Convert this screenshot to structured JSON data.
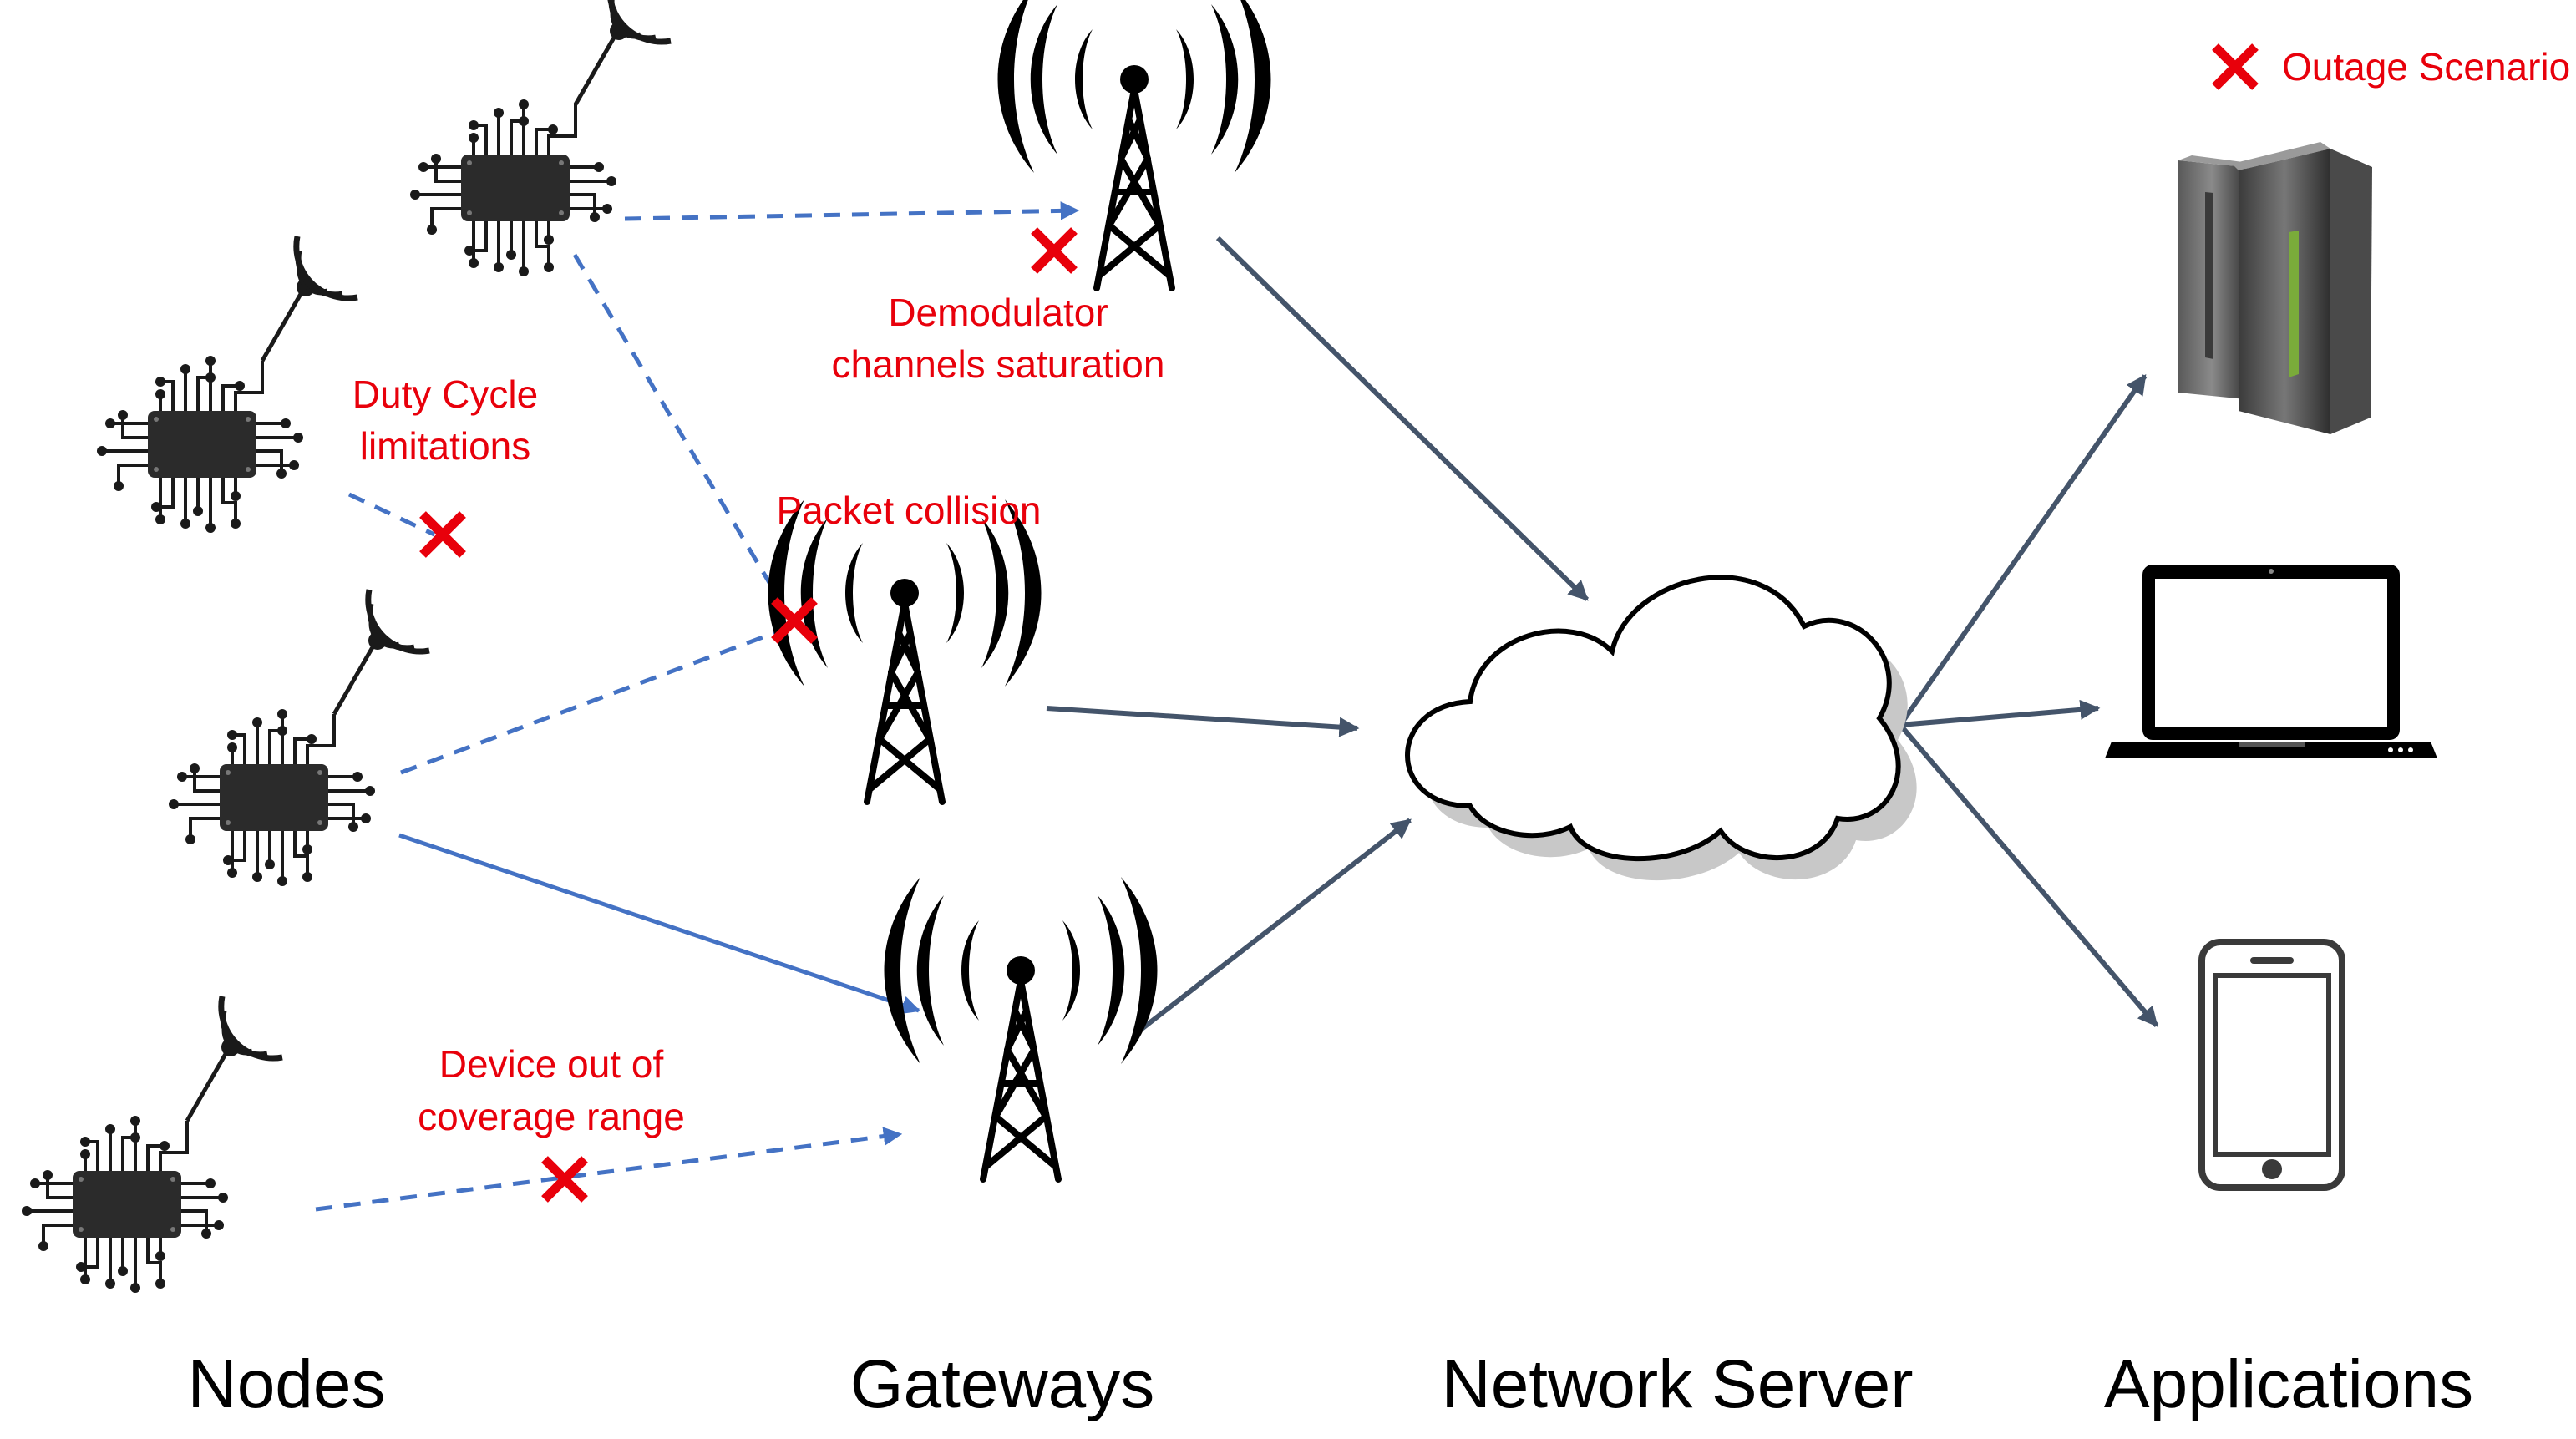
{
  "colors": {
    "dashed_link": "#4472C4",
    "solid_link": "#44546A",
    "outage": "#E8000B",
    "chip": "#2b2b2b",
    "tower": "#000000",
    "cloud_fill": "#ffffff",
    "cloud_shadow": "#c8c8c8"
  },
  "legend": {
    "label": "Outage Scenario",
    "icon": "red-x-icon"
  },
  "columns": {
    "nodes": "Nodes",
    "gateways": "Gateways",
    "network_server": "Network Server",
    "applications": "Applications"
  },
  "annotations": {
    "demodulator": [
      "Demodulator",
      "channels saturation"
    ],
    "duty_cycle": [
      "Duty Cycle",
      "limitations"
    ],
    "packet_collision": "Packet collision",
    "out_of_range": [
      "Device out of",
      "coverage range"
    ]
  },
  "icons": {
    "node": "iot-chip-node-icon",
    "gateway": "radio-tower-icon",
    "network_server": "cloud-icon",
    "app_server": "server-rack-icon",
    "app_laptop": "laptop-icon",
    "app_phone": "smartphone-icon"
  }
}
